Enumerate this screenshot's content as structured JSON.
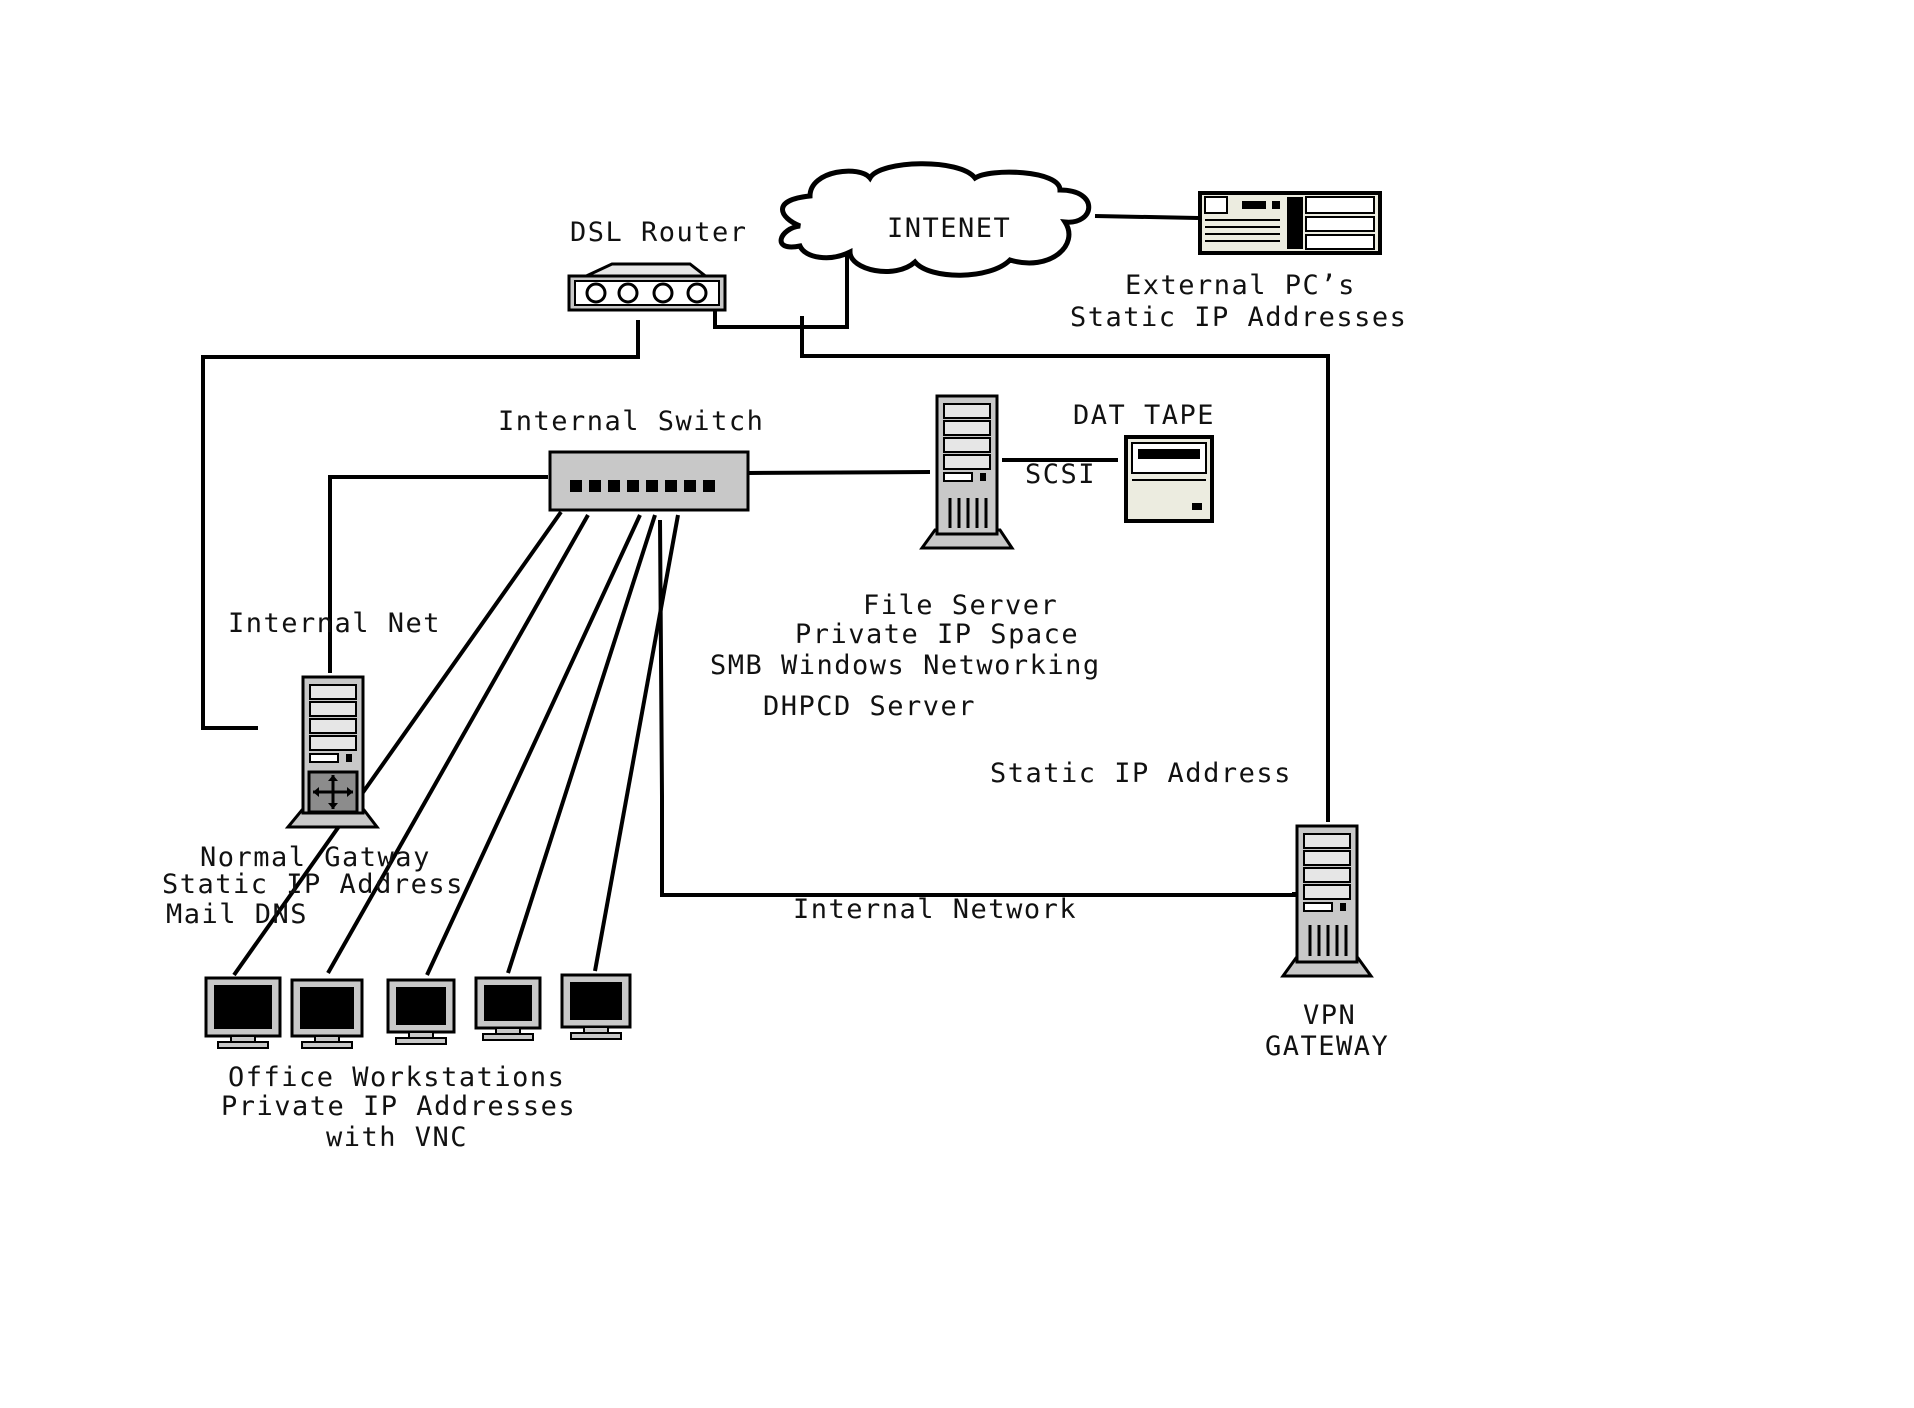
{
  "diagram": {
    "labels": {
      "dsl_router": "DSL Router",
      "internet": "INTENET",
      "external_pcs": "External PC’s",
      "external_ip": "Static IP Addresses",
      "internal_switch": "Internal Switch",
      "dat_tape": "DAT TAPE",
      "scsi": "SCSI",
      "file_server": "File Server",
      "private_ip_space": "Private IP Space",
      "smb": "SMB Windows Networking",
      "dhcpd": "DHPCD Server",
      "internal_net": "Internal Net",
      "static_ip_vpn": "Static IP Address",
      "gateway_line1": "Normal Gatway",
      "gateway_line2": "Static IP Address",
      "gateway_line3": "Mail DNS",
      "internal_network": "Internal Network",
      "workstations_line1": "Office Workstations",
      "workstations_line2": "Private IP Addresses",
      "workstations_line3": "with VNC",
      "vpn_line1": "VPN",
      "vpn_line2": "GATEWAY"
    },
    "colors": {
      "device_fill": "#c8c8c8",
      "device_light": "#e6e6e6",
      "tape_fill": "#ecece0",
      "screen": "#000000",
      "line": "#000000"
    }
  }
}
